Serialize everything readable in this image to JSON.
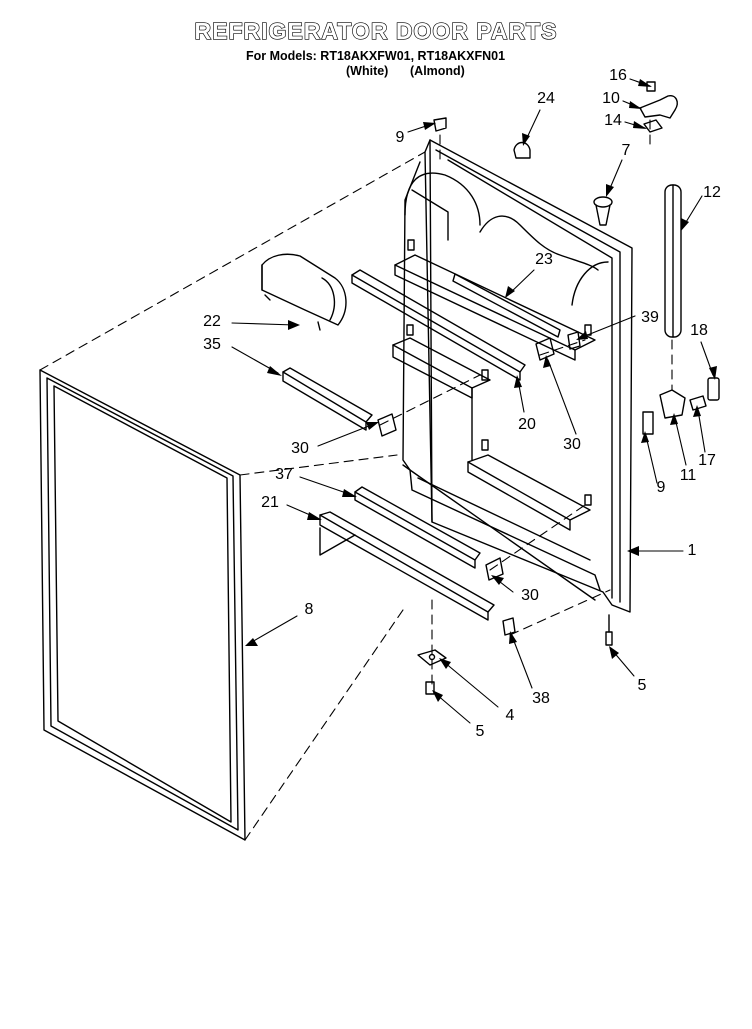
{
  "header": {
    "title": "REFRIGERATOR DOOR PARTS",
    "models_line": "For Models: RT18AKXFW01, RT18AKXFN01",
    "color_white": "(White)",
    "color_almond": "(Almond)"
  },
  "part_labels": [
    "16",
    "10",
    "14",
    "24",
    "9",
    "7",
    "12",
    "23",
    "39",
    "22",
    "35",
    "18",
    "20",
    "30",
    "30",
    "9",
    "11",
    "17",
    "37",
    "21",
    "1",
    "30",
    "8",
    "5",
    "4",
    "38",
    "5"
  ]
}
